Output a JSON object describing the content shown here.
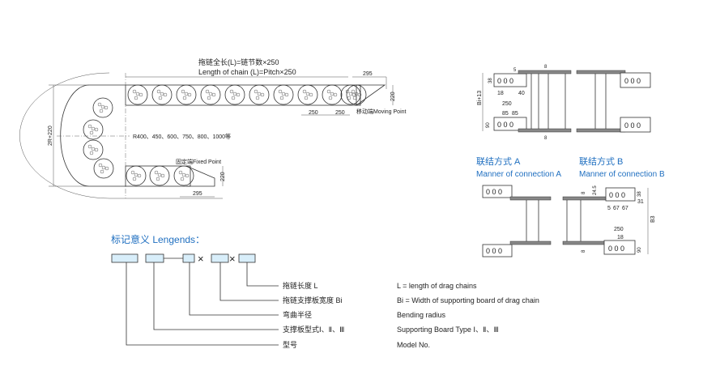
{
  "chain_diagram": {
    "length_cn": "拖链全长(L)=链节数×250",
    "length_en": "Length of chain (L)=Pitch×250",
    "dim_295_top": "295",
    "dim_220_top": "220",
    "dim_250_a": "250",
    "dim_250_b": "250",
    "moving_point": "移动端Moving Point",
    "radius_note": "R400、450、600、750、800、1000等",
    "height_dim": "2R+220",
    "fixed_point": "固定端Fixed Point",
    "dim_220_bottom": "220",
    "dim_295_bottom": "295"
  },
  "section_top": {
    "bi13": "Bi+13",
    "d5": "5",
    "d8a": "8",
    "d38": "38",
    "d18": "18",
    "d40": "40",
    "d250": "250",
    "d85a": "85",
    "d85b": "85",
    "d90": "90",
    "d8b": "8"
  },
  "connection_a": {
    "title_cn": "联结方式 A",
    "title_en": "Manner of connection A"
  },
  "connection_b": {
    "title_cn": "联结方式 B",
    "title_en": "Manner of connection B",
    "d8a": "8",
    "d24_5": "24.5",
    "d38": "38",
    "d31": "31",
    "d5": "5",
    "d67a": "67",
    "d67b": "67",
    "dB3": "B3",
    "d250": "250",
    "d18": "18",
    "d90": "90",
    "d8b": "8"
  },
  "legend": {
    "title": "标记意义 Lengends：",
    "times": "×",
    "items": [
      {
        "cn": "拖链长度 L",
        "en": "L = length of drag chains"
      },
      {
        "cn": "拖链支撑板宽度 Bi",
        "en": "Bi = Width of supporting board of drag chain"
      },
      {
        "cn": "弯曲半径",
        "en": "Bending radius"
      },
      {
        "cn": "支撑板型式Ⅰ、Ⅱ、Ⅲ",
        "en": "Supporting Board Type Ⅰ、Ⅱ、Ⅲ"
      },
      {
        "cn": "型号",
        "en": "Model No."
      }
    ]
  },
  "plate_holes": "0 0 0"
}
